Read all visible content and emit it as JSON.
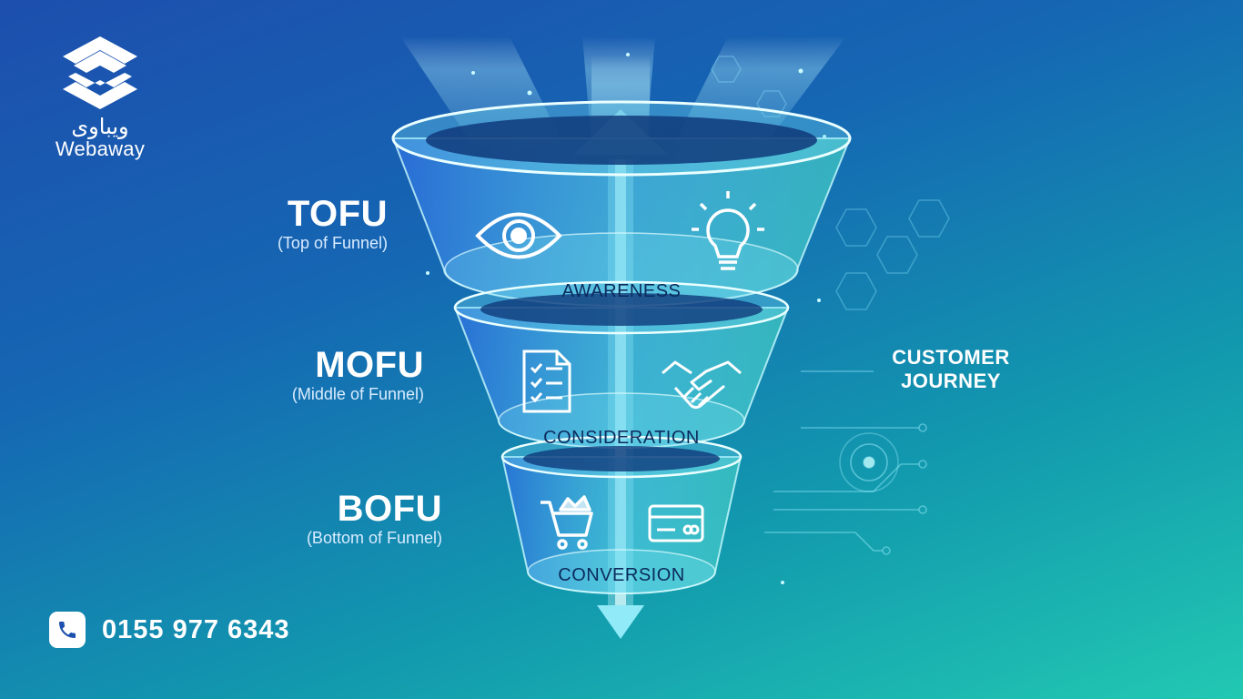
{
  "brand": {
    "arabic_name": "ويباوى",
    "name": "Webaway",
    "logo_icon": "webaway-logo-icon"
  },
  "funnel": {
    "stages": [
      {
        "abbr": "TOFU",
        "full": "(Top of Funnel)",
        "label": "AWARENESS",
        "icons": [
          "eye-icon",
          "lightbulb-icon"
        ]
      },
      {
        "abbr": "MOFU",
        "full": "(Middle of Funnel)",
        "label": "CONSIDERATION",
        "icons": [
          "checklist-document-icon",
          "handshake-icon"
        ]
      },
      {
        "abbr": "BOFU",
        "full": "(Bottom of Funnel)",
        "label": "CONVERSION",
        "icons": [
          "shopping-cart-icon",
          "credit-card-icon"
        ]
      }
    ]
  },
  "side_label": {
    "line1": "CUSTOMER",
    "line2": "JOURNEY"
  },
  "contact": {
    "phone": "0155 977 6343",
    "icon": "phone-icon"
  },
  "colors": {
    "background_top": "#1d4fae",
    "background_bottom": "#22c8b2",
    "funnel_glow": "#7ff3ff",
    "label_text": "#0b2a5c"
  }
}
